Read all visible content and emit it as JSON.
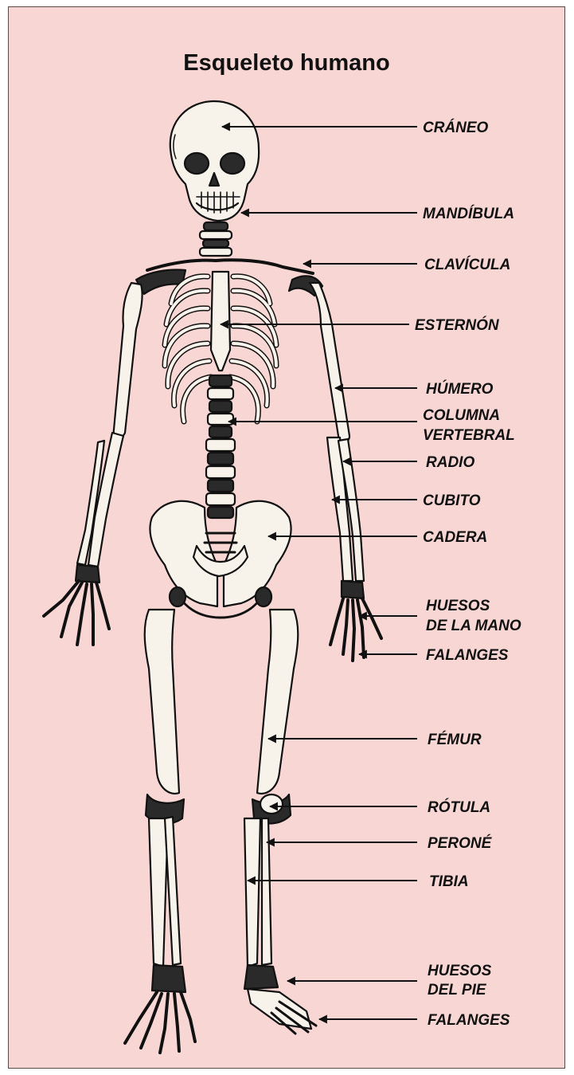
{
  "title": "Esqueleto humano",
  "colors": {
    "background": "#f8d6d3",
    "ink": "#111111",
    "bone": "#f7f2ea"
  },
  "labels": [
    {
      "id": "craneo",
      "lines": [
        "CRÁNEO"
      ]
    },
    {
      "id": "mandibula",
      "lines": [
        "MANDÍBULA"
      ]
    },
    {
      "id": "clavicula",
      "lines": [
        "CLAVÍCULA"
      ]
    },
    {
      "id": "esternon",
      "lines": [
        "ESTERNÓN"
      ]
    },
    {
      "id": "humero",
      "lines": [
        "HÚMERO"
      ]
    },
    {
      "id": "columna",
      "lines": [
        "COLUMNA",
        "VERTEBRAL"
      ]
    },
    {
      "id": "radio",
      "lines": [
        "RADIO"
      ]
    },
    {
      "id": "cubito",
      "lines": [
        "CUBITO"
      ]
    },
    {
      "id": "cadera",
      "lines": [
        "CADERA"
      ]
    },
    {
      "id": "huesos-mano",
      "lines": [
        "HUESOS",
        "DE LA MANO"
      ]
    },
    {
      "id": "falanges-mano",
      "lines": [
        "FALANGES"
      ]
    },
    {
      "id": "femur",
      "lines": [
        "FÉMUR"
      ]
    },
    {
      "id": "rotula",
      "lines": [
        "RÓTULA"
      ]
    },
    {
      "id": "perone",
      "lines": [
        "PERONÉ"
      ]
    },
    {
      "id": "tibia",
      "lines": [
        "TIBIA"
      ]
    },
    {
      "id": "huesos-pie",
      "lines": [
        "HUESOS",
        "DEL PIE"
      ]
    },
    {
      "id": "falanges-pie",
      "lines": [
        "FALANGES"
      ]
    }
  ]
}
